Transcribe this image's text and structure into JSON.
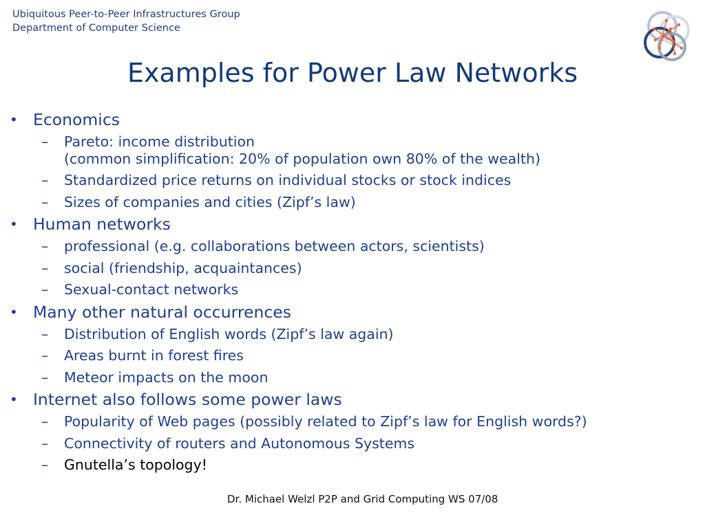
{
  "header": {
    "group": "Ubiquitous Peer-to-Peer Infrastructures Group",
    "department": "Department of Computer Science",
    "logo_icon": "network-rings-logo-icon"
  },
  "slide": {
    "title": "Examples for Power Law Networks"
  },
  "sections": [
    {
      "label": "Economics",
      "items": [
        {
          "line1": "Pareto: income distribution",
          "line2": "(common simplification: 20% of population own 80% of the wealth)"
        },
        {
          "line1": "Standardized price returns on individual stocks or stock indices"
        },
        {
          "line1": "Sizes of companies and cities (Zipf’s law)"
        }
      ]
    },
    {
      "label": "Human networks",
      "items": [
        {
          "line1": "professional (e.g. collaborations between actors, scientists)"
        },
        {
          "line1": "social (friendship, acquaintances)"
        },
        {
          "line1": "Sexual-contact networks"
        }
      ]
    },
    {
      "label": "Many other natural occurrences",
      "items": [
        {
          "line1": "Distribution of English words (Zipf’s law again)"
        },
        {
          "line1": "Areas burnt in forest fires"
        },
        {
          "line1": "Meteor impacts on the moon"
        }
      ]
    },
    {
      "label": "Internet also follows some power laws",
      "items": [
        {
          "line1": "Popularity of Web pages (possibly related to Zipf’s law for English words?)"
        },
        {
          "line1": "Connectivity of routers and Autonomous Systems"
        },
        {
          "line1": "Gnutella’s topology!"
        }
      ]
    }
  ],
  "bullet_symbol": "•",
  "dash_symbol": "–",
  "footer": {
    "text": "Dr. Michael Welzl P2P and Grid Computing WS 07/08"
  },
  "colors": {
    "text_blue": "#1f3f8f",
    "title_blue": "#123a78",
    "highlight_black": "#000000"
  }
}
